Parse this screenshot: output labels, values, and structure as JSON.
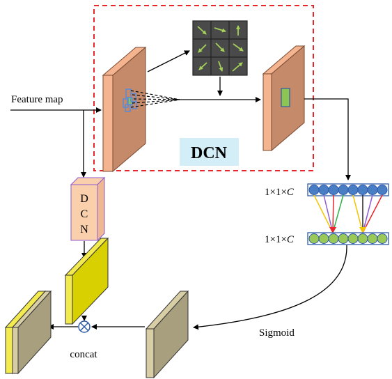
{
  "labels": {
    "feature_map": "Feature map",
    "dcn_box": "DCN",
    "dcn_vertical": [
      "D",
      "C",
      "N"
    ],
    "vector_top_prefix": "1×1×",
    "vector_top_var": "C",
    "vector_bottom_prefix": "1×1×",
    "vector_bottom_var": "C",
    "sigmoid": "Sigmoid",
    "concat": "concat"
  },
  "colors": {
    "dcn_box_border": "#e8262b",
    "dcn_label_bg": "#d4eef7",
    "feature_map_face": "#c48a6a",
    "feature_map_edge": "#f3b48f",
    "kernel_grid_bg": "#4a4a4a",
    "kernel_arrow": "#a6d25a",
    "green_block": "#8dc452",
    "dcn_block": "#f9cfac",
    "dcn_block_border": "#8e5bd6",
    "yellow_face": "#d8d000",
    "yellow_edge": "#f2ea4e",
    "olive_face": "#a89f7e",
    "olive_edge": "#d8cea6",
    "vector_blue": "#4a7ec4",
    "vector_green": "#9bc957",
    "vector_border": "#2d5aa8"
  },
  "icons": {
    "kernel_grid": "3x3-offset-kernel-icon",
    "concat_op": "circled-times-icon"
  }
}
